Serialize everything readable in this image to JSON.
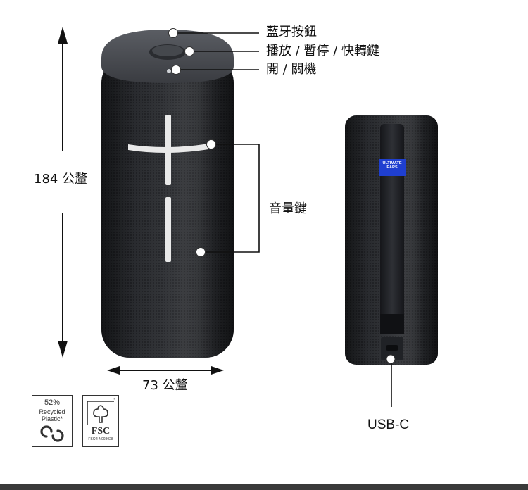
{
  "callouts": {
    "bluetooth": "藍牙按鈕",
    "play": "播放 / 暫停 / 快轉鍵",
    "power": "開 / 關機",
    "volume": "音量鍵",
    "usb": "USB-C"
  },
  "dimensions": {
    "height": "184 公釐",
    "width": "73 公釐"
  },
  "strap_label": {
    "line1": "ULTIMATE",
    "line2": "EARS"
  },
  "badges": {
    "recycled": {
      "percent": "52%",
      "line2": "Recycled",
      "line3": "Plastic*"
    },
    "fsc": {
      "tm": "™",
      "name": "FSC",
      "code": "FSC® N003028"
    }
  }
}
